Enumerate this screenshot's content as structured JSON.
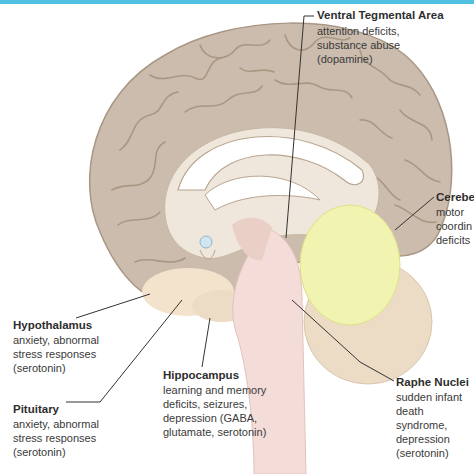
{
  "diagram": {
    "labels": [
      "Ventral Tegmental Area",
      "attention deficits, substance abuse (dopamine)",
      "Cerebe",
      "motor coordin deficits",
      "Hypothalamus",
      "anxiety, abnormal stress responses (serotonin)",
      "Hippocampus",
      "learning and memory deficits, seizures, depression (GABA, glutamate, serotonin)",
      "Raphe Nuclei",
      "sudden infant death syndrome, depression (serotonin)",
      "Pituitary",
      "anxiety, abnormal stress responses (serotonin)"
    ]
  }
}
